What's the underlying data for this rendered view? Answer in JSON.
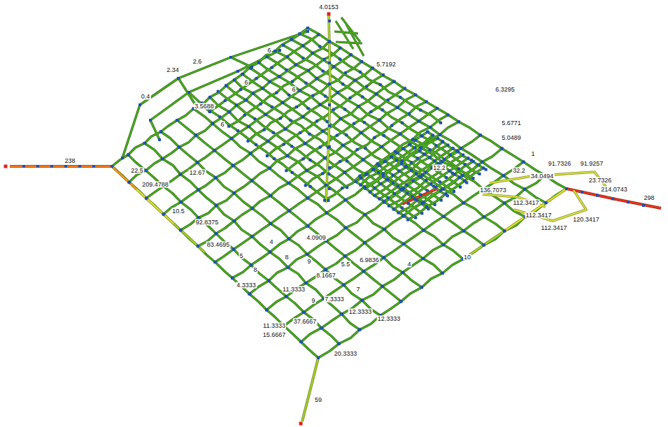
{
  "diagram": {
    "labels": [
      "4.0153",
      "5.7192",
      "2.34",
      "2.6",
      "0.4",
      "6",
      "6",
      "6",
      "6",
      "3.5688",
      "6.3295",
      "5.6771",
      "5.0489",
      "1",
      "12.2",
      "32.2",
      "22.5",
      "12.67",
      "238",
      "209.4788",
      "10.5",
      "92.8375",
      "83.4695",
      "5",
      "8",
      "4.3333",
      "4",
      "8",
      "4.0909",
      "9",
      "8.1667",
      "5.5",
      "6.9836",
      "4",
      "7",
      "11.3333",
      "9",
      "7.3333",
      "12.3333",
      "11.3333",
      "15.6667",
      "37.6667",
      "12.3333",
      "20.3333",
      "59",
      "10",
      "136.7073",
      "34.0494",
      "91.7326",
      "91.9257",
      "23.7326",
      "214.0743",
      "298",
      "112.3417",
      "112.3417",
      "112.3417",
      "120.3417"
    ]
  }
}
